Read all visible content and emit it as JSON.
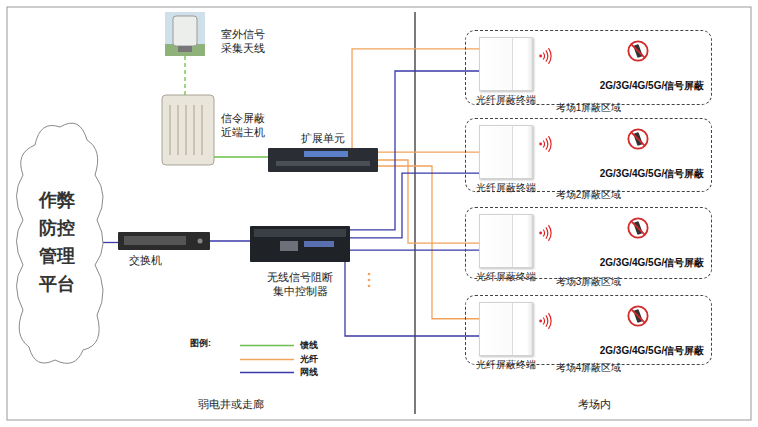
{
  "diagram": {
    "nodes": [
      {
        "text": [
          "作弊防控管理平台"
        ]
      },
      {
        "text": [
          "室外信号采集天线"
        ]
      },
      {
        "text": [
          "信令屏蔽近端主机"
        ]
      },
      {
        "text": [
          "扩展单元"
        ]
      },
      {
        "text": [
          "交换机"
        ]
      },
      {
        "text": [
          "无线信号阻断集中控制器"
        ]
      },
      {
        "text": [
          "考场1屏蔽区域"
        ]
      },
      {
        "text": [
          "光纤屏蔽终端"
        ],
        "in": 6
      },
      {
        "text": [
          "2G/3G/4G/5G/信号屏蔽"
        ],
        "in": 6
      },
      {
        "text": [
          "考场2屏蔽区域"
        ]
      },
      {
        "text": [
          "光纤屏蔽终端"
        ],
        "in": 9
      },
      {
        "text": [
          "2G/3G/4G/5G/信号屏蔽"
        ],
        "in": 9
      },
      {
        "text": [
          "考场3屏蔽区域"
        ]
      },
      {
        "text": [
          "光纤屏蔽终端"
        ],
        "in": 12
      },
      {
        "text": [
          "2G/3G/4G/5G/信号屏蔽"
        ],
        "in": 12
      },
      {
        "text": [
          "考场4屏蔽区域"
        ]
      },
      {
        "text": [
          "光纤屏蔽终端"
        ],
        "in": 15
      },
      {
        "text": [
          "2G/3G/4G/5G/信号屏蔽"
        ],
        "in": 15
      }
    ],
    "edges": [
      {
        "from": 1,
        "to": 2,
        "arrow": "none"
      },
      {
        "from": 2,
        "to": 3,
        "arrow": "none"
      },
      {
        "from": 3,
        "to": 7,
        "arrow": "none"
      },
      {
        "from": 3,
        "to": 10,
        "arrow": "none"
      },
      {
        "from": 3,
        "to": 13,
        "arrow": "none"
      },
      {
        "from": 3,
        "to": 16,
        "arrow": "none"
      },
      {
        "from": 0,
        "to": 4,
        "arrow": "none"
      },
      {
        "from": 4,
        "to": 5,
        "arrow": "none"
      },
      {
        "from": 5,
        "to": 7,
        "arrow": "none"
      },
      {
        "from": 5,
        "to": 10,
        "arrow": "none"
      },
      {
        "from": 5,
        "to": 13,
        "arrow": "none"
      },
      {
        "from": 5,
        "to": 16,
        "arrow": "none"
      }
    ],
    "labels": [
      "图例:",
      "弱电井或走廊",
      "考场内"
    ],
    "legend": [
      {
        "text": "馈线"
      },
      {
        "text": "光纤"
      },
      {
        "text": "网线"
      }
    ]
  }
}
